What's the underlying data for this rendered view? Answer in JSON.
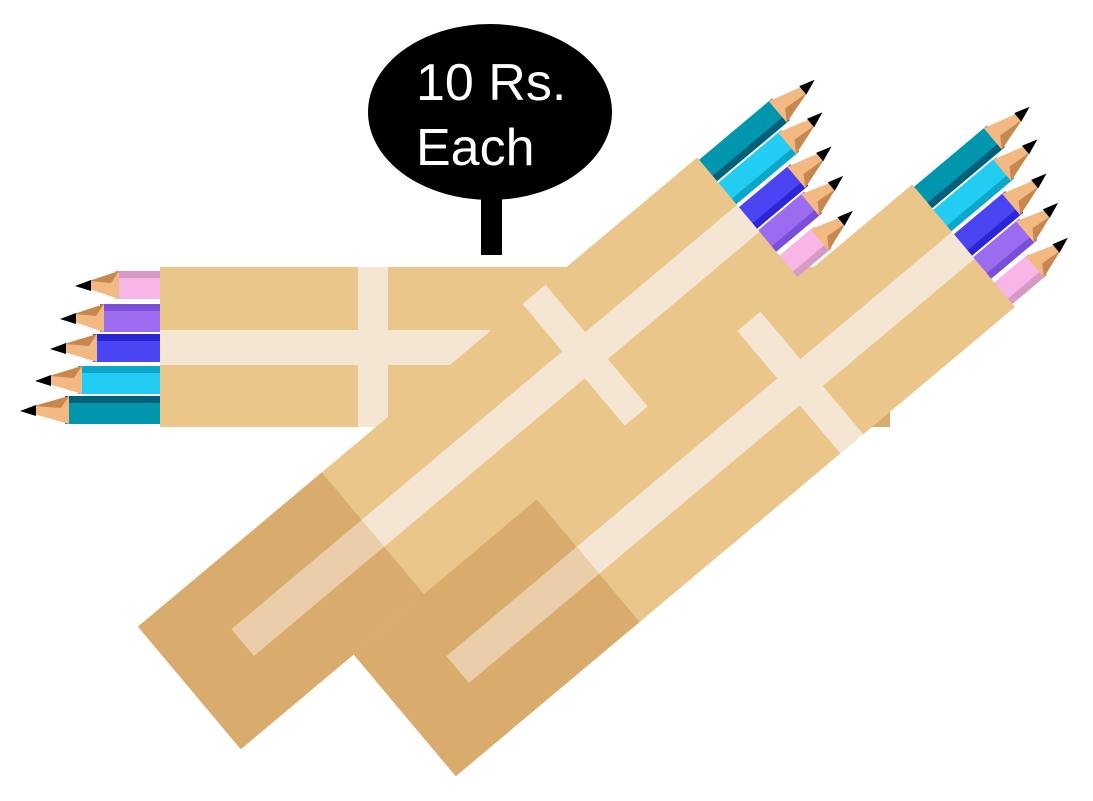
{
  "price_tag": {
    "line1": "10 Rs.",
    "line2": "Each"
  },
  "colors": {
    "box": "#EAC68A",
    "box_dark": "#D9AB6C",
    "tape": "#F5E6D4",
    "bubble": "#000000",
    "wood": "#F2B983",
    "lead": "#000000"
  },
  "pencils": [
    {
      "name": "pink",
      "main": "#F7B6E6",
      "shade": "#D69AC4"
    },
    {
      "name": "violet",
      "main": "#9B6BF0",
      "shade": "#7A4ED6"
    },
    {
      "name": "blue",
      "main": "#4A44F2",
      "shade": "#2B25D6"
    },
    {
      "name": "cyan",
      "main": "#22CCF2",
      "shade": "#0BA6C8"
    },
    {
      "name": "teal",
      "main": "#0096AE",
      "shade": "#00607A"
    }
  ]
}
